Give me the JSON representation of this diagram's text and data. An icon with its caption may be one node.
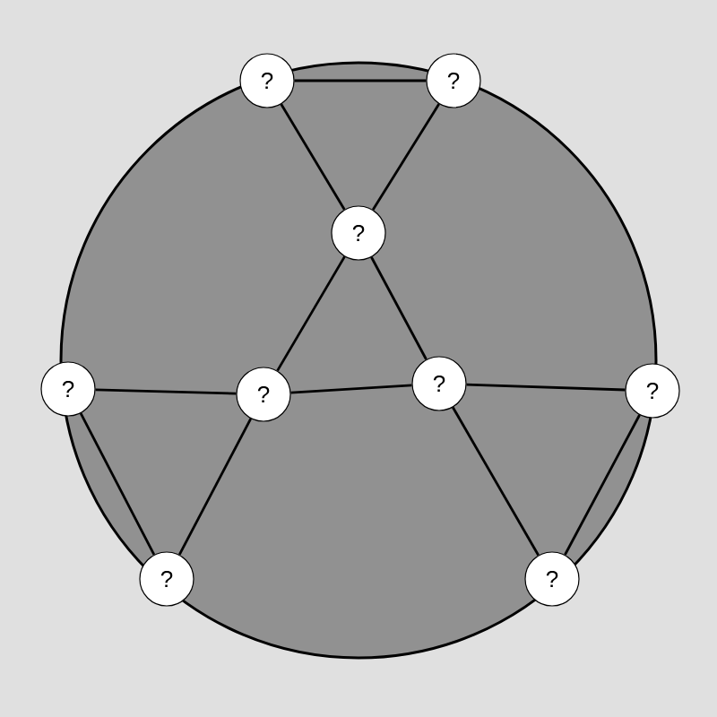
{
  "diagram": {
    "nodes": [
      {
        "text": [
          "?"
        ]
      },
      {
        "text": [
          "?"
        ]
      },
      {
        "text": [
          "?"
        ]
      },
      {
        "text": [
          "?"
        ]
      },
      {
        "text": [
          "?"
        ]
      },
      {
        "text": [
          "?"
        ]
      },
      {
        "text": [
          "?"
        ]
      },
      {
        "text": [
          "?"
        ]
      },
      {
        "text": [
          "?"
        ]
      }
    ],
    "edges": [
      {
        "from": 0,
        "to": 1,
        "arrow": "none"
      },
      {
        "from": 0,
        "to": 2,
        "arrow": "none"
      },
      {
        "from": 1,
        "to": 2,
        "arrow": "none"
      },
      {
        "from": 2,
        "to": 4,
        "arrow": "none"
      },
      {
        "from": 2,
        "to": 5,
        "arrow": "none"
      },
      {
        "from": 3,
        "to": 4,
        "arrow": "none"
      },
      {
        "from": 4,
        "to": 5,
        "arrow": "none"
      },
      {
        "from": 5,
        "to": 6,
        "arrow": "none"
      },
      {
        "from": 3,
        "to": 7,
        "arrow": "none"
      },
      {
        "from": 4,
        "to": 7,
        "arrow": "none"
      },
      {
        "from": 5,
        "to": 8,
        "arrow": "none"
      },
      {
        "from": 6,
        "to": 8,
        "arrow": "none"
      }
    ]
  }
}
